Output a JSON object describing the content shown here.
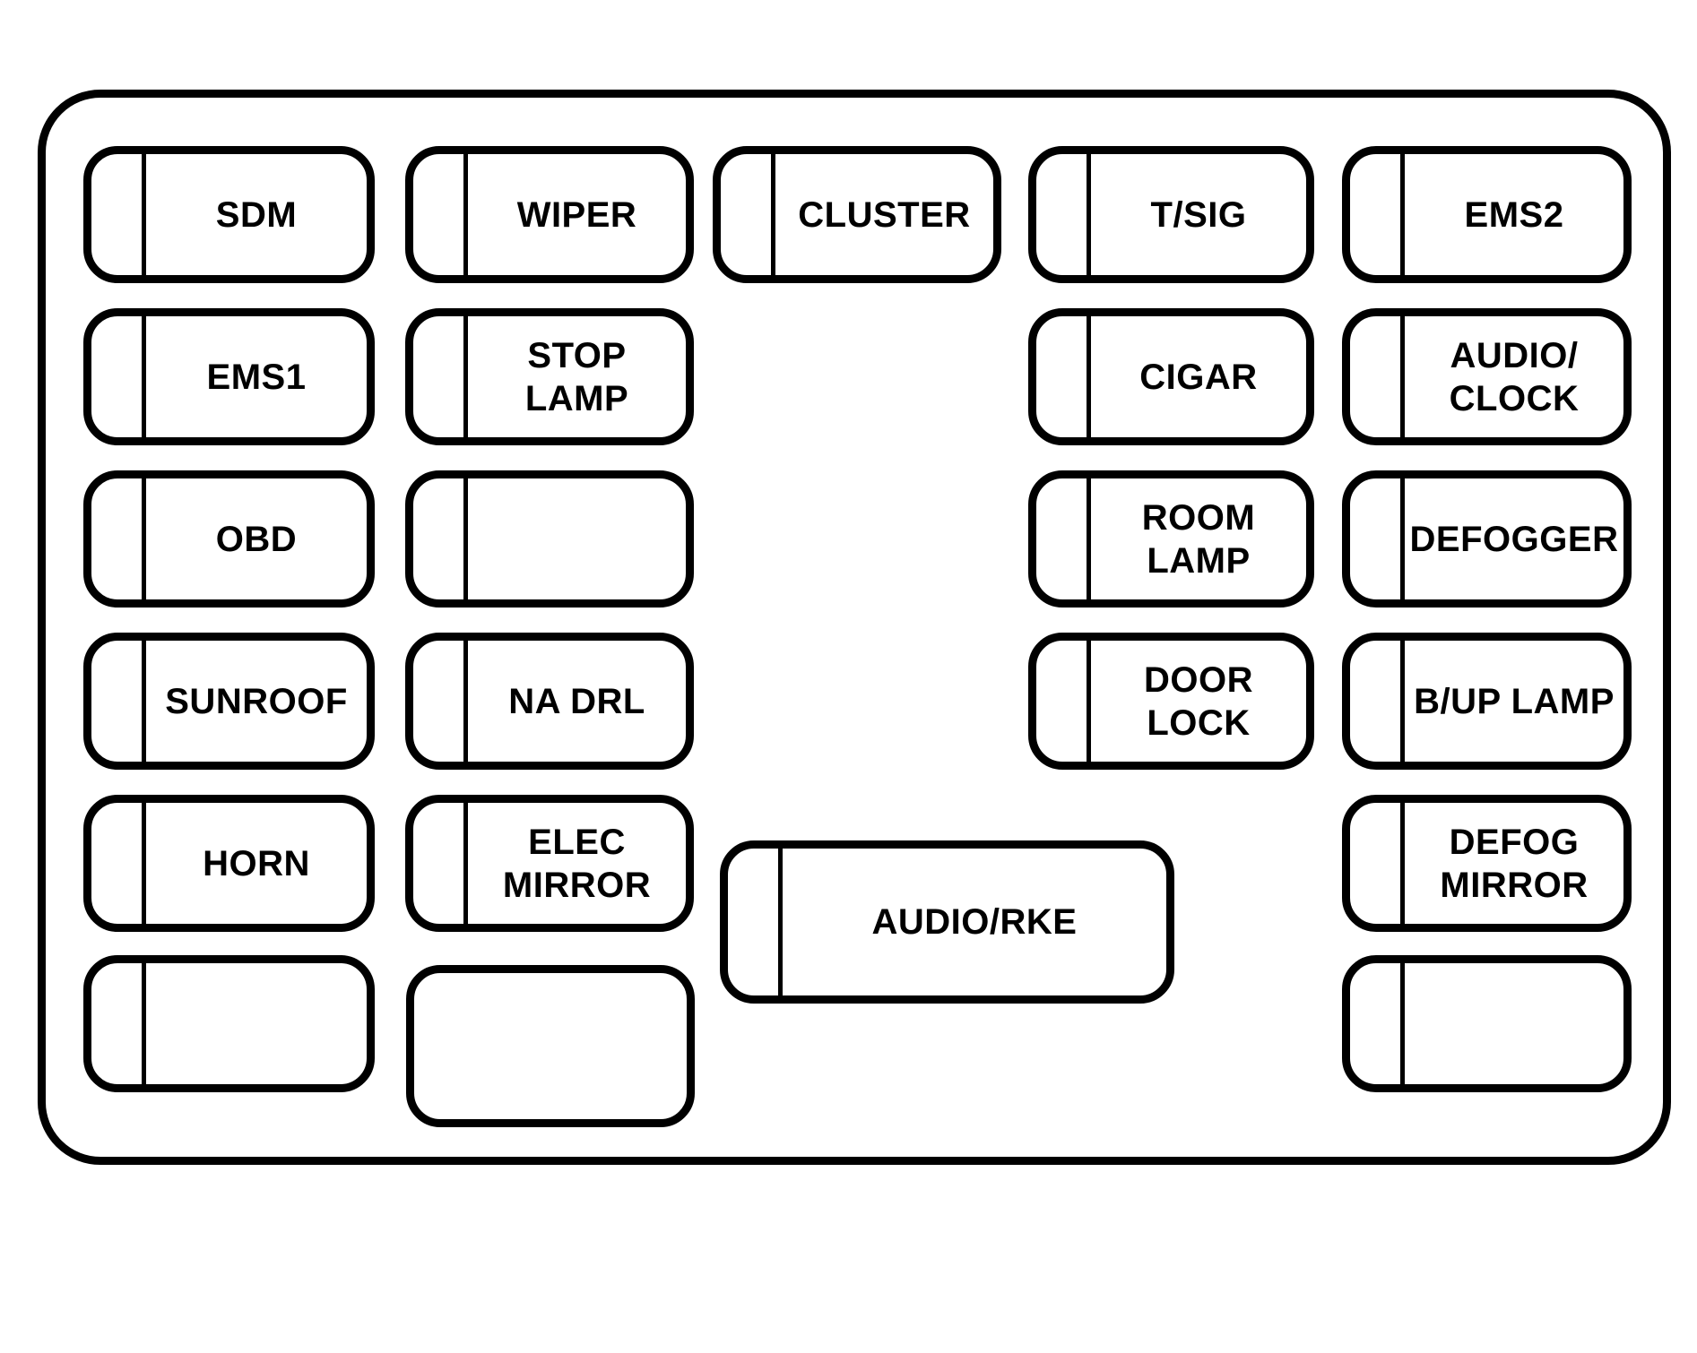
{
  "diagram": {
    "background_color": "#ffffff",
    "line_color": "#000000",
    "fuses": [
      {
        "id": "sdm",
        "label": "SDM",
        "col": 1,
        "row": 1,
        "divider": true
      },
      {
        "id": "wiper",
        "label": "WIPER",
        "col": 2,
        "row": 1,
        "divider": true
      },
      {
        "id": "cluster",
        "label": "CLUSTER",
        "col": 3,
        "row": 1,
        "divider": true
      },
      {
        "id": "t-sig",
        "label": "T/SIG",
        "col": 4,
        "row": 1,
        "divider": true
      },
      {
        "id": "ems2",
        "label": "EMS2",
        "col": 5,
        "row": 1,
        "divider": true
      },
      {
        "id": "ems1",
        "label": "EMS1",
        "col": 1,
        "row": 2,
        "divider": true
      },
      {
        "id": "stop-lamp",
        "label": "STOP\nLAMP",
        "col": 2,
        "row": 2,
        "divider": true
      },
      {
        "id": "cigar",
        "label": "CIGAR",
        "col": 4,
        "row": 2,
        "divider": true
      },
      {
        "id": "audio-clock",
        "label": "AUDIO/\nCLOCK",
        "col": 5,
        "row": 2,
        "divider": true
      },
      {
        "id": "obd",
        "label": "OBD",
        "col": 1,
        "row": 3,
        "divider": true
      },
      {
        "id": "empty-r3c2",
        "label": "",
        "col": 2,
        "row": 3,
        "divider": true
      },
      {
        "id": "room-lamp",
        "label": "ROOM\nLAMP",
        "col": 4,
        "row": 3,
        "divider": true
      },
      {
        "id": "defogger",
        "label": "DEFOGGER",
        "col": 5,
        "row": 3,
        "divider": true
      },
      {
        "id": "sunroof",
        "label": "SUNROOF",
        "col": 1,
        "row": 4,
        "divider": true
      },
      {
        "id": "na-drl",
        "label": "NA DRL",
        "col": 2,
        "row": 4,
        "divider": true
      },
      {
        "id": "door-lock",
        "label": "DOOR\nLOCK",
        "col": 4,
        "row": 4,
        "divider": true
      },
      {
        "id": "b-up-lamp",
        "label": "B/UP LAMP",
        "col": 5,
        "row": 4,
        "divider": true
      },
      {
        "id": "horn",
        "label": "HORN",
        "col": 1,
        "row": 5,
        "divider": true
      },
      {
        "id": "elec-mirror",
        "label": "ELEC\nMIRROR",
        "col": 2,
        "row": 5,
        "divider": true
      },
      {
        "id": "audio-rke",
        "label": "AUDIO/RKE",
        "col": 3,
        "row": 5,
        "divider": true,
        "variant": "wide"
      },
      {
        "id": "defog-mirror",
        "label": "DEFOG\nMIRROR",
        "col": 5,
        "row": 5,
        "divider": true
      },
      {
        "id": "empty-r6c1",
        "label": "",
        "col": 1,
        "row": 6,
        "divider": true
      },
      {
        "id": "empty-r6c2",
        "label": "",
        "col": 2,
        "row": 6,
        "divider": false,
        "variant": "tall"
      },
      {
        "id": "empty-r6c5",
        "label": "",
        "col": 5,
        "row": 6,
        "divider": true
      }
    ]
  }
}
